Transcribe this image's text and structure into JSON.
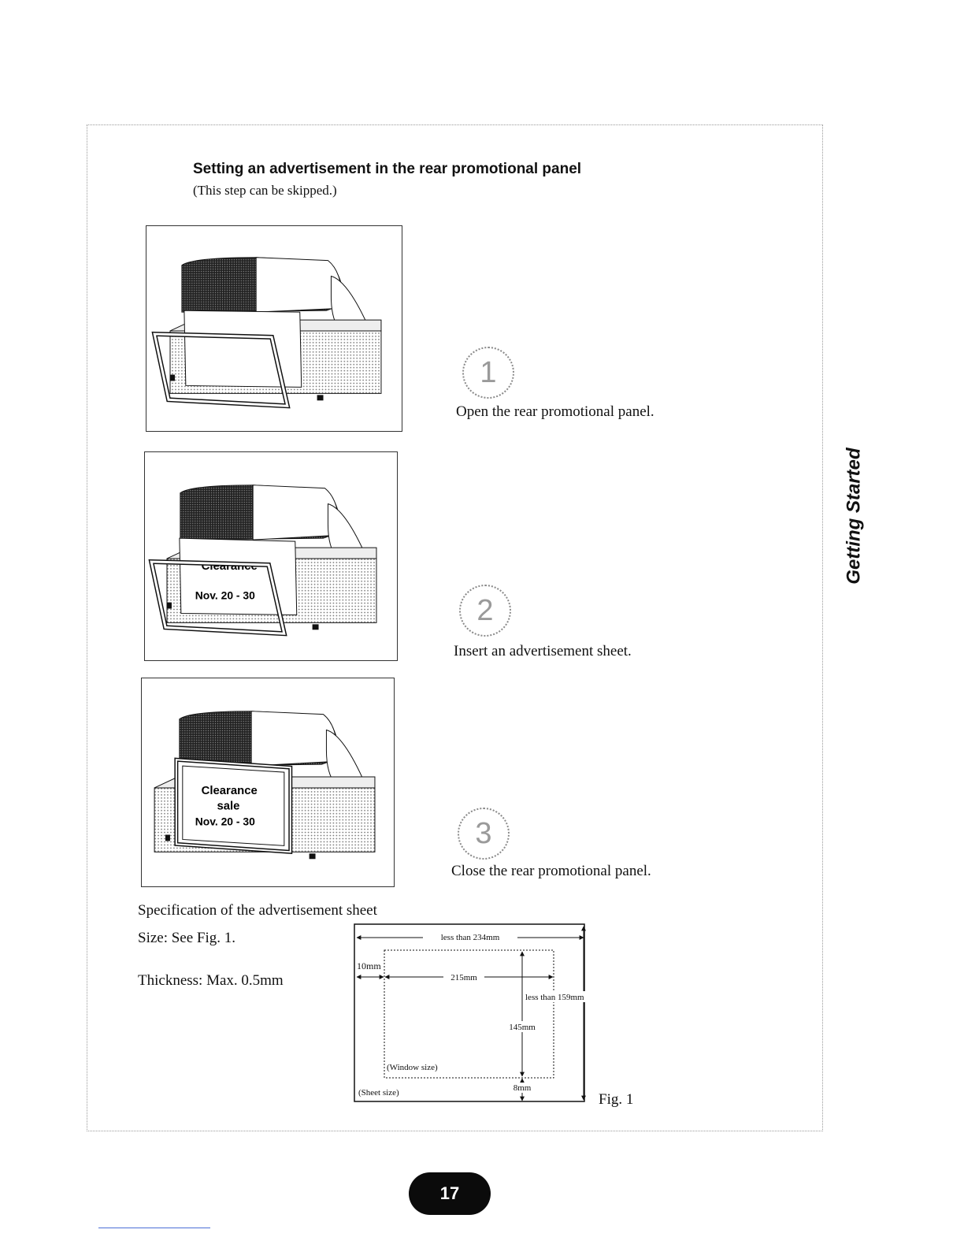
{
  "header": {
    "title": "Setting an advertisement in the rear promotional panel",
    "subtitle": "(This step can be skipped.)"
  },
  "side_tab": "Getting Started",
  "steps": [
    {
      "number": "1",
      "caption": "Open the rear promotional panel."
    },
    {
      "number": "2",
      "caption": "Insert an advertisement sheet."
    },
    {
      "number": "3",
      "caption": "Close the rear promotional panel."
    }
  ],
  "ad_sheet_text": {
    "step2": [
      "Clearance",
      "Nov. 20 - 30"
    ],
    "step3": [
      "Clearance",
      "sale",
      "Nov. 20 - 30"
    ]
  },
  "specification": {
    "title": "Specification of the advertisement sheet",
    "size": "Size: See Fig. 1.",
    "thickness": "Thickness: Max. 0.5mm"
  },
  "figure": {
    "width_label": "less than 234mm",
    "margin_label": "10mm",
    "window_width_label": "215mm",
    "height_label": "less than 159mm",
    "window_height_label": "145mm",
    "window_label": "(Window size)",
    "sheet_label": "(Sheet size)",
    "bottom_margin_label": "8mm",
    "caption": "Fig. 1"
  },
  "page_number": "17"
}
